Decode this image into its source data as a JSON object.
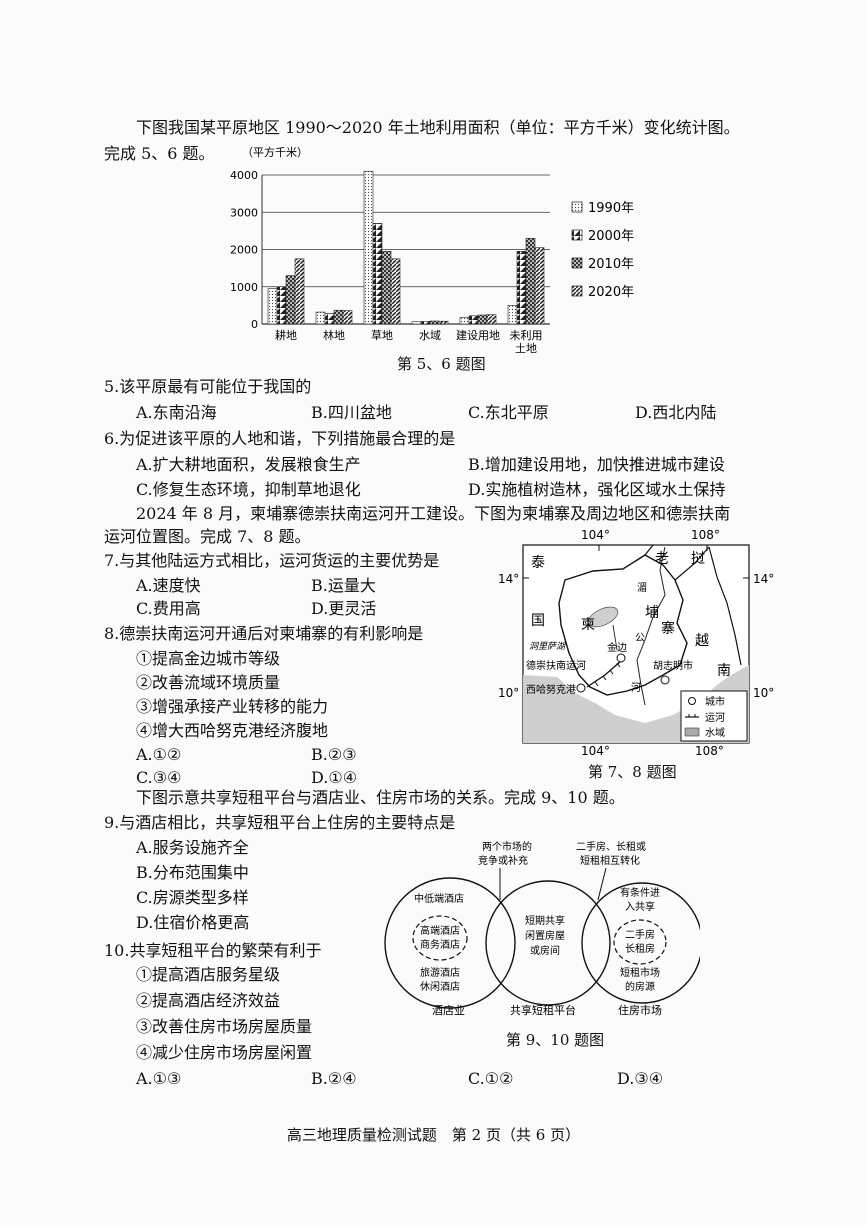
{
  "intro_5_6": {
    "line1": "下图我国某平原地区 1990～2020 年土地利用面积（单位：平方千米）变化统计图。",
    "line2": "完成 5、6 题。"
  },
  "chart_data": {
    "type": "bar",
    "ylabel": "（平方千米）",
    "categories": [
      "耕地",
      "林地",
      "草地",
      "水域",
      "建设用地",
      "未利用土地"
    ],
    "category_labels_display": [
      "耕地",
      "林地",
      "草地",
      "水域",
      "建设用地",
      "未利用土地"
    ],
    "ylim": [
      0,
      4000
    ],
    "yticks": [
      "0",
      "1000",
      "2000",
      "3000",
      "4000"
    ],
    "grid": true,
    "legend": "right",
    "series": [
      {
        "name": "1990年",
        "values": [
          950,
          320,
          4100,
          60,
          180,
          500
        ]
      },
      {
        "name": "2000年",
        "values": [
          1000,
          280,
          2700,
          70,
          220,
          1950
        ]
      },
      {
        "name": "2010年",
        "values": [
          1300,
          370,
          1950,
          80,
          240,
          2300
        ]
      },
      {
        "name": "2020年",
        "values": [
          1750,
          360,
          1750,
          75,
          250,
          2050
        ]
      }
    ],
    "caption": "第 5、6 题图"
  },
  "q5": {
    "stem": "5.该平原最有可能位于我国的",
    "A": "A.东南沿海",
    "B": "B.四川盆地",
    "C": "C.东北平原",
    "D": "D.西北内陆"
  },
  "q6": {
    "stem": "6.为促进该平原的人地和谐，下列措施最合理的是",
    "A": "A.扩大耕地面积，发展粮食生产",
    "B": "B.增加建设用地，加快推进城市建设",
    "C": "C.修复生态环境，抑制草地退化",
    "D": "D.实施植树造林，强化区域水土保持"
  },
  "intro_7_8": {
    "line1": "2024 年 8 月，柬埔寨德崇扶南运河开工建设。下图为柬埔寨及周边地区和德崇扶南",
    "line2": "运河位置图。完成 7、8 题。"
  },
  "q7": {
    "stem": "7.与其他陆运方式相比，运河货运的主要优势是",
    "A": "A.速度快",
    "B": "B.运量大",
    "C": "C.费用高",
    "D": "D.更灵活"
  },
  "q8": {
    "stem": "8.德崇扶南运河开通后对柬埔寨的有利影响是",
    "s1": "①提高金边城市等级",
    "s2": "②改善流域环境质量",
    "s3": "③增强承接产业转移的能力",
    "s4": "④增大西哈努克港经济腹地",
    "A": "A.①②",
    "B": "B.②③",
    "C": "C.③④",
    "D": "D.①④"
  },
  "map": {
    "lon_top_left": "104°",
    "lon_top_right": "108°",
    "lon_bottom_left": "104°",
    "lon_bottom_right": "108°",
    "lat_14_left": "14°",
    "lat_14_right": "14°",
    "lat_10_left": "10°",
    "lat_10_right": "10°",
    "country_tai1": "泰",
    "country_tai2": "国",
    "country_lao1": "老",
    "country_lao2": "挝",
    "country_cam1": "柬",
    "country_cam2": "埔",
    "country_cam3": "寨",
    "country_viet1": "越",
    "country_viet2": "南",
    "lake": "洞里萨湖",
    "river_mekong1": "湄",
    "river_mekong2": "公",
    "river_mekong3": "河",
    "city_phnompenh": "金边",
    "city_hcm": "胡志明市",
    "canal": "德崇扶南运河",
    "port": "西哈努克港",
    "legend_city": "城市",
    "legend_canal": "运河",
    "legend_water": "水域",
    "caption": "第 7、8 题图"
  },
  "intro_9_10": "下图示意共享短租平台与酒店业、住房市场的关系。完成 9、10 题。",
  "q9": {
    "stem": "9.与酒店相比，共享短租平台上住房的主要特点是",
    "A": "A.服务设施齐全",
    "B": "B.分布范围集中",
    "C": "C.房源类型多样",
    "D": "D.住宿价格更高"
  },
  "venn": {
    "note_left1": "两个市场的",
    "note_left2": "竞争或补充",
    "note_right1": "二手房、长租或",
    "note_right2": "短租相互转化",
    "hotel_top": "中低端酒店",
    "hotel_inner1": "高端酒店",
    "hotel_inner2": "商务酒店",
    "hotel_bottom1": "旅游酒店",
    "hotel_bottom2": "休闲酒店",
    "share_1": "短期共享",
    "share_2": "闲置房屋",
    "share_3": "或房间",
    "house_top1": "有条件进",
    "house_top2": "入共享",
    "house_inner1": "二手房",
    "house_inner2": "长租房",
    "house_bottom1": "短租市场",
    "house_bottom2": "的房源",
    "label_hotel": "酒店业",
    "label_share": "共享短租平台",
    "label_house": "住房市场",
    "caption": "第 9、10 题图"
  },
  "q10": {
    "stem": "10.共享短租平台的繁荣有利于",
    "s1": "①提高酒店服务星级",
    "s2": "②提高酒店经济效益",
    "s3": "③改善住房市场房屋质量",
    "s4": "④减少住房市场房屋闲置",
    "A": "A.①③",
    "B": "B.②④",
    "C": "C.①②",
    "D": "D.③④"
  },
  "footer": "高三地理质量检测试题　第 2 页（共 6 页）"
}
